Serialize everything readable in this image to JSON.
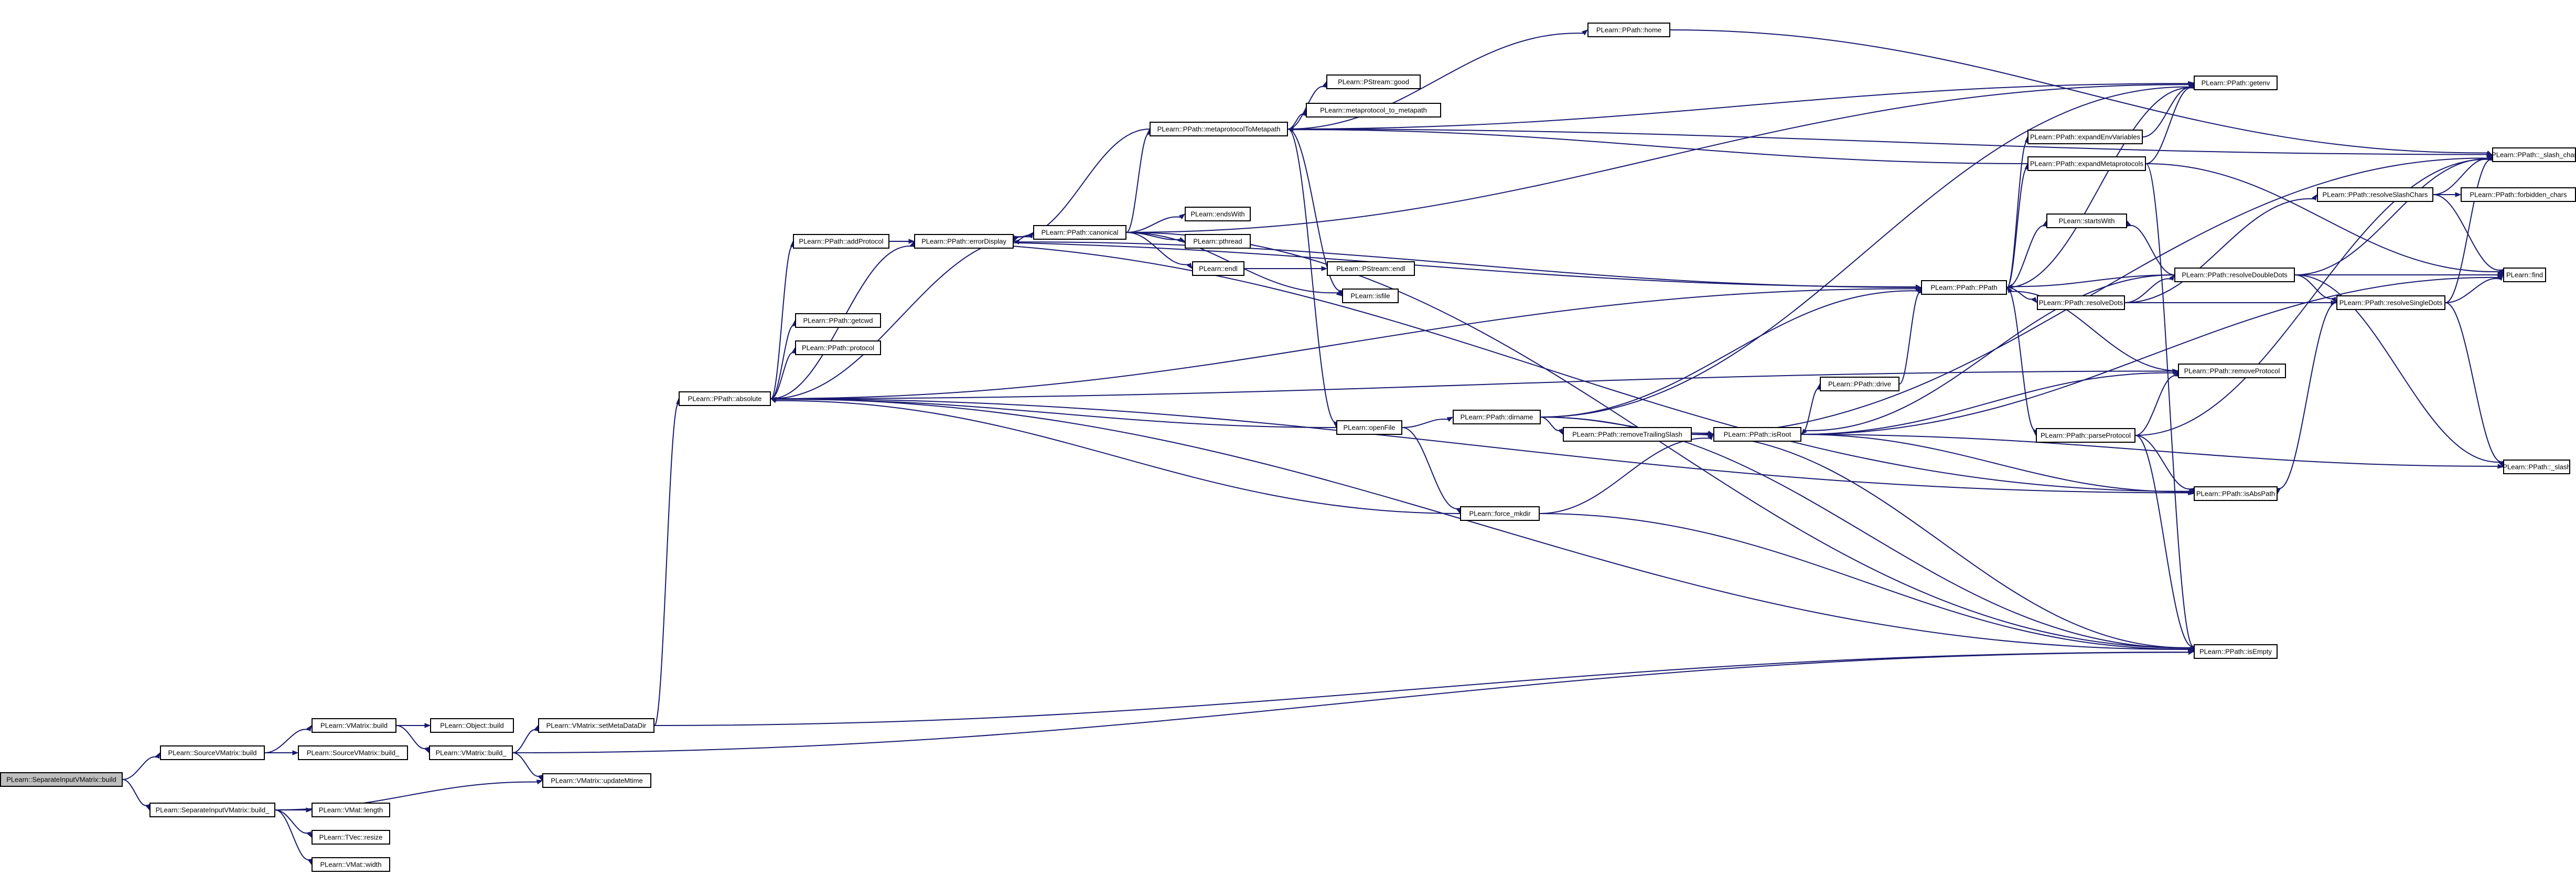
{
  "graph": {
    "nodes": [
      {
        "id": "sep_build",
        "label": "PLearn::SeparateInputVMatrix::build",
        "style": "current"
      },
      {
        "id": "sv_build",
        "label": "PLearn::SourceVMatrix::build",
        "style": "normal"
      },
      {
        "id": "sep_build_",
        "label": "PLearn::SeparateInputVMatrix::build_",
        "style": "normal"
      },
      {
        "id": "vm_build",
        "label": "PLearn::VMatrix::build",
        "style": "normal"
      },
      {
        "id": "sv_build_",
        "label": "PLearn::SourceVMatrix::build_",
        "style": "normal"
      },
      {
        "id": "obj_build",
        "label": "PLearn::Object::build",
        "style": "normal"
      },
      {
        "id": "vm_build_",
        "label": "PLearn::VMatrix::build_",
        "style": "normal"
      },
      {
        "id": "vm_setmeta",
        "label": "PLearn::VMatrix::setMetaDataDir",
        "style": "normal"
      },
      {
        "id": "vm_updmtime",
        "label": "PLearn::VMatrix::updateMtime",
        "style": "normal"
      },
      {
        "id": "vmat_length",
        "label": "PLearn::VMat::length",
        "style": "normal"
      },
      {
        "id": "tvec_resize",
        "label": "PLearn::TVec::resize",
        "style": "normal"
      },
      {
        "id": "vmat_width",
        "label": "PLearn::VMat::width",
        "style": "normal"
      },
      {
        "id": "pp_absolute",
        "label": "PLearn::PPath::absolute",
        "style": "normal"
      },
      {
        "id": "pp_addprotocol",
        "label": "PLearn::PPath::addProtocol",
        "style": "normal"
      },
      {
        "id": "pp_getcwd",
        "label": "PLearn::PPath::getcwd",
        "style": "normal"
      },
      {
        "id": "pp_protocol",
        "label": "PLearn::PPath::protocol",
        "style": "normal"
      },
      {
        "id": "pp_errordisplay",
        "label": "PLearn::PPath::errorDisplay",
        "style": "normal"
      },
      {
        "id": "pp_canonical",
        "label": "PLearn::PPath::canonical",
        "style": "normal"
      },
      {
        "id": "pp_metaproto",
        "label": "PLearn::PPath::metaprotocolToMetapath",
        "style": "normal"
      },
      {
        "id": "ps_good",
        "label": "PLearn::PStream::good",
        "style": "normal"
      },
      {
        "id": "metaproto_to_metapath",
        "label": "PLearn::metaprotocol_to_metapath",
        "style": "normal"
      },
      {
        "id": "endswith",
        "label": "PLearn::endsWith",
        "style": "normal"
      },
      {
        "id": "pthread",
        "label": "PLearn::pthread",
        "style": "normal"
      },
      {
        "id": "pl_endl",
        "label": "PLearn::endl",
        "style": "normal"
      },
      {
        "id": "ps_endl",
        "label": "PLearn::PStream::endl",
        "style": "broken"
      },
      {
        "id": "isfile",
        "label": "PLearn::isfile",
        "style": "normal"
      },
      {
        "id": "pp_home",
        "label": "PLearn::PPath::home",
        "style": "normal"
      },
      {
        "id": "openfile",
        "label": "PLearn::openFile",
        "style": "broken"
      },
      {
        "id": "pp_dirname",
        "label": "PLearn::PPath::dirname",
        "style": "normal"
      },
      {
        "id": "force_mkdir",
        "label": "PLearn::force_mkdir",
        "style": "broken"
      },
      {
        "id": "pp_removetrailing",
        "label": "PLearn::PPath::removeTrailingSlash",
        "style": "normal"
      },
      {
        "id": "pp_isroot",
        "label": "PLearn::PPath::isRoot",
        "style": "normal"
      },
      {
        "id": "pp_drive",
        "label": "PLearn::PPath::drive",
        "style": "normal"
      },
      {
        "id": "pp_ppath",
        "label": "PLearn::PPath::PPath",
        "style": "normal"
      },
      {
        "id": "pp_getenv",
        "label": "PLearn::PPath::getenv",
        "style": "normal"
      },
      {
        "id": "pp_expandenv",
        "label": "PLearn::PPath::expandEnvVariables",
        "style": "normal"
      },
      {
        "id": "pp_expandmeta",
        "label": "PLearn::PPath::expandMetaprotocols",
        "style": "normal"
      },
      {
        "id": "startswith",
        "label": "PLearn::startsWith",
        "style": "normal"
      },
      {
        "id": "pp_resolvedots",
        "label": "PLearn::PPath::resolveDots",
        "style": "normal"
      },
      {
        "id": "pp_parseprotocol",
        "label": "PLearn::PPath::parseProtocol",
        "style": "normal"
      },
      {
        "id": "pp_removeprotocol",
        "label": "PLearn::PPath::removeProtocol",
        "style": "normal"
      },
      {
        "id": "pp_isabspath",
        "label": "PLearn::PPath::isAbsPath",
        "style": "normal"
      },
      {
        "id": "pp_isempty",
        "label": "PLearn::PPath::isEmpty",
        "style": "normal"
      },
      {
        "id": "pp_resolveslash",
        "label": "PLearn::PPath::resolveSlashChars",
        "style": "normal"
      },
      {
        "id": "pp_resolvedouble",
        "label": "PLearn::PPath::resolveDoubleDots",
        "style": "normal"
      },
      {
        "id": "pp_resolvesingle",
        "label": "PLearn::PPath::resolveSingleDots",
        "style": "normal"
      },
      {
        "id": "pp_slashchar",
        "label": "PLearn::PPath::_slash_char",
        "style": "normal"
      },
      {
        "id": "pp_forbidden",
        "label": "PLearn::PPath::forbidden_chars",
        "style": "normal"
      },
      {
        "id": "find",
        "label": "PLearn::find",
        "style": "normal"
      },
      {
        "id": "pp_slash",
        "label": "PLearn::PPath::_slash",
        "style": "normal"
      }
    ],
    "edges": [
      [
        "sep_build",
        "sv_build"
      ],
      [
        "sep_build",
        "sep_build_"
      ],
      [
        "sv_build",
        "vm_build"
      ],
      [
        "sv_build",
        "sv_build_"
      ],
      [
        "vm_build",
        "obj_build"
      ],
      [
        "vm_build",
        "vm_build_"
      ],
      [
        "vm_build_",
        "vm_setmeta"
      ],
      [
        "vm_build_",
        "vm_updmtime"
      ],
      [
        "vm_build_",
        "pp_isempty"
      ],
      [
        "sep_build_",
        "vm_updmtime"
      ],
      [
        "sep_build_",
        "vmat_length"
      ],
      [
        "sep_build_",
        "tvec_resize"
      ],
      [
        "sep_build_",
        "vmat_width"
      ],
      [
        "vm_setmeta",
        "pp_absolute"
      ],
      [
        "vm_setmeta",
        "pp_isempty"
      ],
      [
        "pp_absolute",
        "pp_addprotocol"
      ],
      [
        "pp_absolute",
        "pp_errordisplay"
      ],
      [
        "pp_absolute",
        "pp_getcwd"
      ],
      [
        "pp_absolute",
        "pp_protocol"
      ],
      [
        "pp_absolute",
        "pp_isempty"
      ],
      [
        "pp_absolute",
        "pp_ppath"
      ],
      [
        "pp_absolute",
        "pp_removeprotocol"
      ],
      [
        "pp_absolute",
        "pp_isabspath"
      ],
      [
        "pp_absolute",
        "pp_canonical"
      ],
      [
        "pp_addprotocol",
        "pp_errordisplay"
      ],
      [
        "pp_addprotocol",
        "pp_ppath"
      ],
      [
        "pp_addprotocol",
        "pp_isabspath"
      ],
      [
        "pp_errordisplay",
        "pp_canonical"
      ],
      [
        "pp_canonical",
        "pp_metaproto"
      ],
      [
        "pp_canonical",
        "endswith"
      ],
      [
        "pp_canonical",
        "pthread"
      ],
      [
        "pp_canonical",
        "pl_endl"
      ],
      [
        "pp_canonical",
        "isfile"
      ],
      [
        "pp_canonical",
        "pp_isempty"
      ],
      [
        "pp_canonical",
        "pp_getenv"
      ],
      [
        "pp_metaproto",
        "ps_good"
      ],
      [
        "pp_metaproto",
        "metaproto_to_metapath"
      ],
      [
        "pp_metaproto",
        "pp_home"
      ],
      [
        "pp_metaproto",
        "pp_getenv"
      ],
      [
        "pp_metaproto",
        "openfile"
      ],
      [
        "pp_metaproto",
        "pp_slashchar"
      ],
      [
        "pp_metaproto",
        "pp_errordisplay"
      ],
      [
        "pp_metaproto",
        "isfile"
      ],
      [
        "pl_endl",
        "ps_endl"
      ],
      [
        "pp_home",
        "pp_slashchar"
      ],
      [
        "openfile",
        "pp_dirname"
      ],
      [
        "openfile",
        "force_mkdir"
      ],
      [
        "openfile",
        "pp_absolute"
      ],
      [
        "pp_dirname",
        "pp_removetrailing"
      ],
      [
        "pp_dirname",
        "pp_isroot"
      ],
      [
        "pp_dirname",
        "pp_ppath"
      ],
      [
        "pp_dirname",
        "pp_isempty"
      ],
      [
        "pp_dirname",
        "pp_getenv"
      ],
      [
        "force_mkdir",
        "pp_absolute"
      ],
      [
        "force_mkdir",
        "pp_isroot"
      ],
      [
        "force_mkdir",
        "pp_isempty"
      ],
      [
        "pp_removetrailing",
        "pp_isroot"
      ],
      [
        "pp_removetrailing",
        "pp_isempty"
      ],
      [
        "pp_removetrailing",
        "pp_slashchar"
      ],
      [
        "pp_isroot",
        "pp_drive"
      ],
      [
        "pp_isroot",
        "pp_removeprotocol"
      ],
      [
        "pp_isroot",
        "pp_isabspath"
      ],
      [
        "pp_isroot",
        "pp_slash"
      ],
      [
        "pp_isroot",
        "find"
      ],
      [
        "pp_drive",
        "pp_ppath"
      ],
      [
        "pp_ppath",
        "pp_expandenv"
      ],
      [
        "pp_ppath",
        "pp_expandmeta"
      ],
      [
        "pp_ppath",
        "startswith"
      ],
      [
        "pp_ppath",
        "pp_resolvedots"
      ],
      [
        "pp_ppath",
        "pp_parseprotocol"
      ],
      [
        "pp_ppath",
        "pp_getenv"
      ],
      [
        "pp_ppath",
        "pp_errordisplay"
      ],
      [
        "pp_expandenv",
        "pp_getenv"
      ],
      [
        "pp_expandmeta",
        "pp_getenv"
      ],
      [
        "pp_expandmeta",
        "pp_metaproto"
      ],
      [
        "pp_expandmeta",
        "find"
      ],
      [
        "pp_expandmeta",
        "pp_isempty"
      ],
      [
        "pp_resolvedots",
        "pp_resolvedouble"
      ],
      [
        "pp_resolvedots",
        "pp_resolvesingle"
      ],
      [
        "pp_resolvedots",
        "pp_resolveslash"
      ],
      [
        "pp_parseprotocol",
        "pp_removeprotocol"
      ],
      [
        "pp_parseprotocol",
        "pp_isabspath"
      ],
      [
        "pp_parseprotocol",
        "pp_isempty"
      ],
      [
        "pp_parseprotocol",
        "pp_slashchar"
      ],
      [
        "pp_removeprotocol",
        "pp_ppath"
      ],
      [
        "pp_resolveslash",
        "pp_slashchar"
      ],
      [
        "pp_resolveslash",
        "pp_forbidden"
      ],
      [
        "pp_resolveslash",
        "find"
      ],
      [
        "pp_resolvedouble",
        "pp_slashchar"
      ],
      [
        "pp_resolvedouble",
        "find"
      ],
      [
        "pp_resolvedouble",
        "pp_resolvesingle"
      ],
      [
        "pp_resolvedouble",
        "pp_slash"
      ],
      [
        "pp_resolvedouble",
        "pp_ppath"
      ],
      [
        "pp_resolvedouble",
        "pp_isroot"
      ],
      [
        "pp_resolvedouble",
        "startswith"
      ],
      [
        "pp_resolvesingle",
        "pp_slashchar"
      ],
      [
        "pp_resolvesingle",
        "find"
      ],
      [
        "pp_resolvesingle",
        "pp_slash"
      ],
      [
        "pp_resolvesingle",
        "pp_isabspath"
      ]
    ],
    "colors": {
      "edge": "#191970",
      "current_fill": "#bfbfbf",
      "normal_fill": "#ffffff",
      "broken_text": "#ff0000",
      "border": "#000000",
      "broken_border": "#ff0000"
    }
  }
}
